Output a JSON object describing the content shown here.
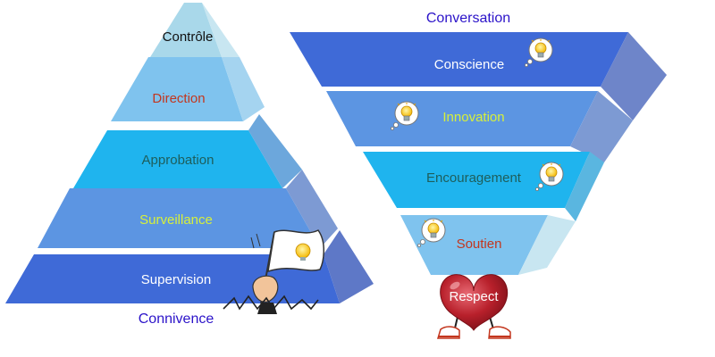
{
  "colors": {
    "blue_label": "#2B13C9",
    "red": "#C3361E",
    "yellow": "#D7F03A",
    "teal": "#1E5E5B",
    "white": "#FFFFFF",
    "black": "#111111",
    "heart": "#B8202B"
  },
  "left_pyramid": {
    "bottom_caption": "Connivence",
    "levels": [
      {
        "label": "Contrôle"
      },
      {
        "label": "Direction"
      },
      {
        "label": "Approbation"
      },
      {
        "label": "Surveillance"
      },
      {
        "label": "Supervision"
      }
    ]
  },
  "right_funnel": {
    "top_caption": "Conversation",
    "levels": [
      {
        "label": "Conscience"
      },
      {
        "label": "Innovation"
      },
      {
        "label": "Encouragement"
      },
      {
        "label": "Soutien"
      }
    ],
    "heart_label": "Respect"
  },
  "icons": {
    "idea": "lightbulb-thought-bubble-icon",
    "flag": "white-flag-with-lightbulb-icon",
    "heart": "heart-with-sneakers-icon"
  }
}
